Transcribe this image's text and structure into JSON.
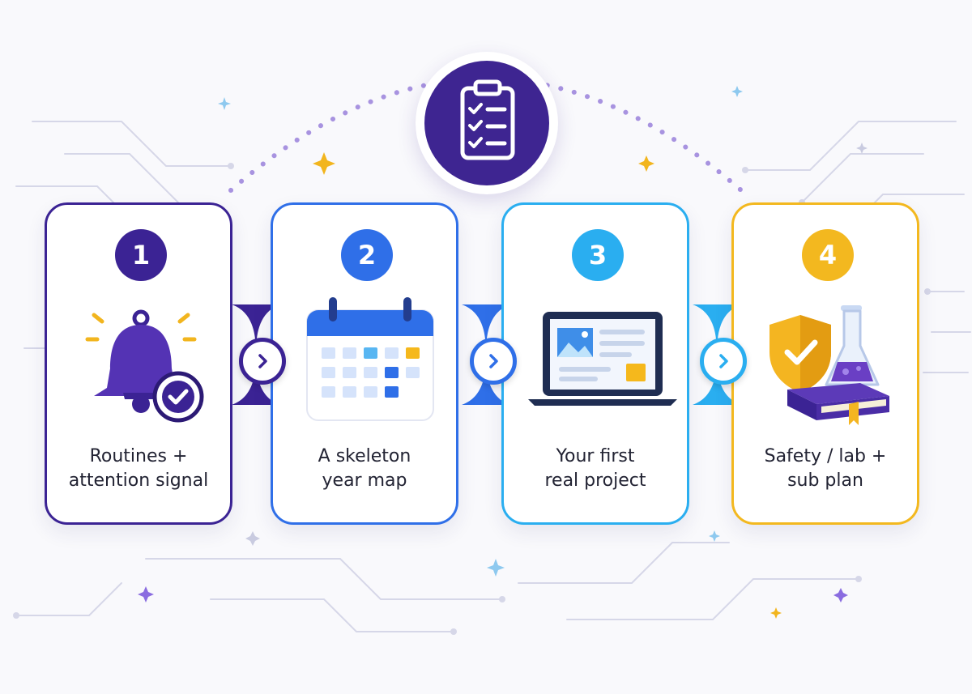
{
  "hub": {
    "icon": "clipboard-checklist-icon"
  },
  "steps": [
    {
      "number": "1",
      "label": "Routines +\nattention signal",
      "icon": "bell-check-icon",
      "color": "#3b2394"
    },
    {
      "number": "2",
      "label": "A skeleton\nyear map",
      "icon": "calendar-icon",
      "color": "#2f6fe8"
    },
    {
      "number": "3",
      "label": "Your first\nreal project",
      "icon": "laptop-icon",
      "color": "#2aaef0"
    },
    {
      "number": "4",
      "label": "Safety / lab +\nsub plan",
      "icon": "shield-flask-book-icon",
      "color": "#f3b81f"
    }
  ],
  "connectors": [
    {
      "icon": "chevron-right-icon",
      "color": "#3b2394"
    },
    {
      "icon": "chevron-right-icon",
      "color": "#2f6fe8"
    },
    {
      "icon": "chevron-right-icon",
      "color": "#2aaef0"
    }
  ],
  "colors": {
    "background": "#f9f9fc",
    "hub": "#3e2591",
    "sparkle_gold": "#f2b51e",
    "sparkle_violet": "#8a6ce0"
  }
}
